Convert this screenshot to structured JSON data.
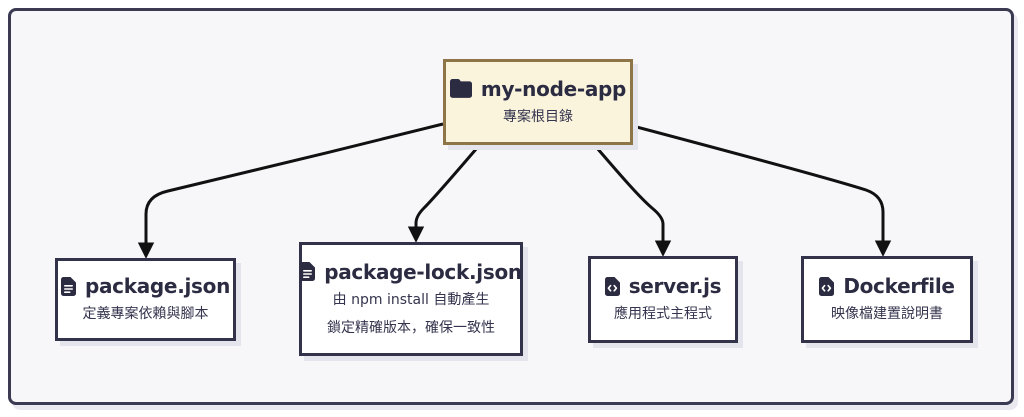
{
  "colors": {
    "canvas_bg": "#F7F7FA",
    "frame_border": "#3A3A52",
    "node_bg": "#FFFFFF",
    "node_border": "#32324A",
    "root_bg": "#FAF4DD",
    "root_border": "#8D7547",
    "text": "#2B2B42",
    "arrow": "#111111"
  },
  "root": {
    "icon": "folder-icon",
    "title": "my-node-app",
    "subtitle": "專案根目錄"
  },
  "children": [
    {
      "icon": "file-lines-icon",
      "title": "package.json",
      "line1": "定義專案依賴與腳本"
    },
    {
      "icon": "file-lines-icon",
      "title": "package-lock.json",
      "line1": "由 npm install 自動產生",
      "line2": "鎖定精確版本，確保一致性"
    },
    {
      "icon": "file-code-icon",
      "title": "server.js",
      "line1": "應用程式主程式"
    },
    {
      "icon": "file-code-icon",
      "title": "Dockerfile",
      "line1": "映像檔建置說明書"
    }
  ]
}
